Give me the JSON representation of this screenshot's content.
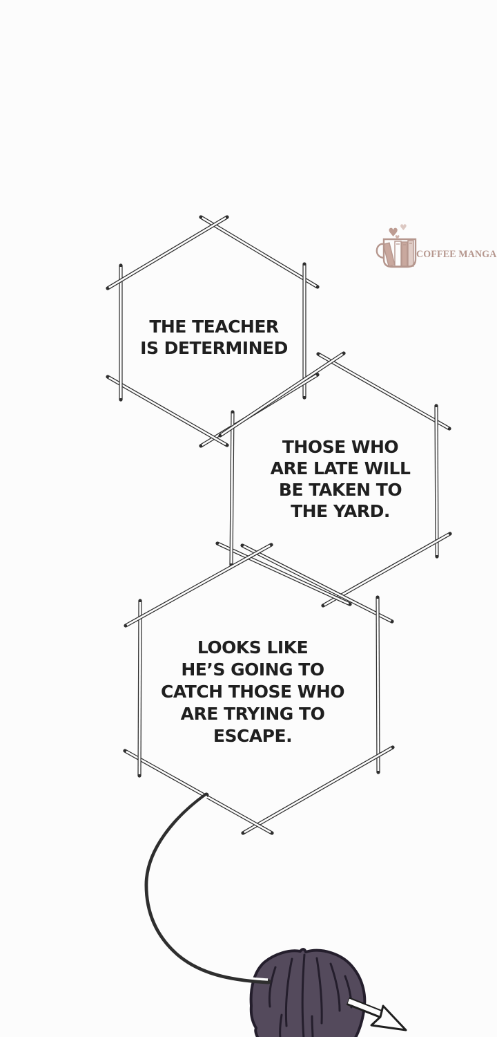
{
  "page": {
    "background_color": "#fcfcfc",
    "ink_color": "#2e2e2e"
  },
  "watermark": {
    "text": "COFFEE MANGA",
    "color": "#b5968d",
    "heart_icon": "♥"
  },
  "bubbles": [
    {
      "lines": [
        "THE TEACHER",
        "IS DETERMINED"
      ]
    },
    {
      "lines": [
        "THOSE WHO",
        "ARE LATE WILL",
        "BE TAKEN TO",
        "THE YARD."
      ]
    },
    {
      "lines": [
        "LOOKS LIKE",
        "HE’S GOING TO",
        "CATCH THOSE WHO",
        "ARE TRYING TO",
        "ESCAPE."
      ]
    }
  ],
  "character": {
    "hair_color": "#544a5c",
    "hair_line_color": "#241e2c"
  }
}
